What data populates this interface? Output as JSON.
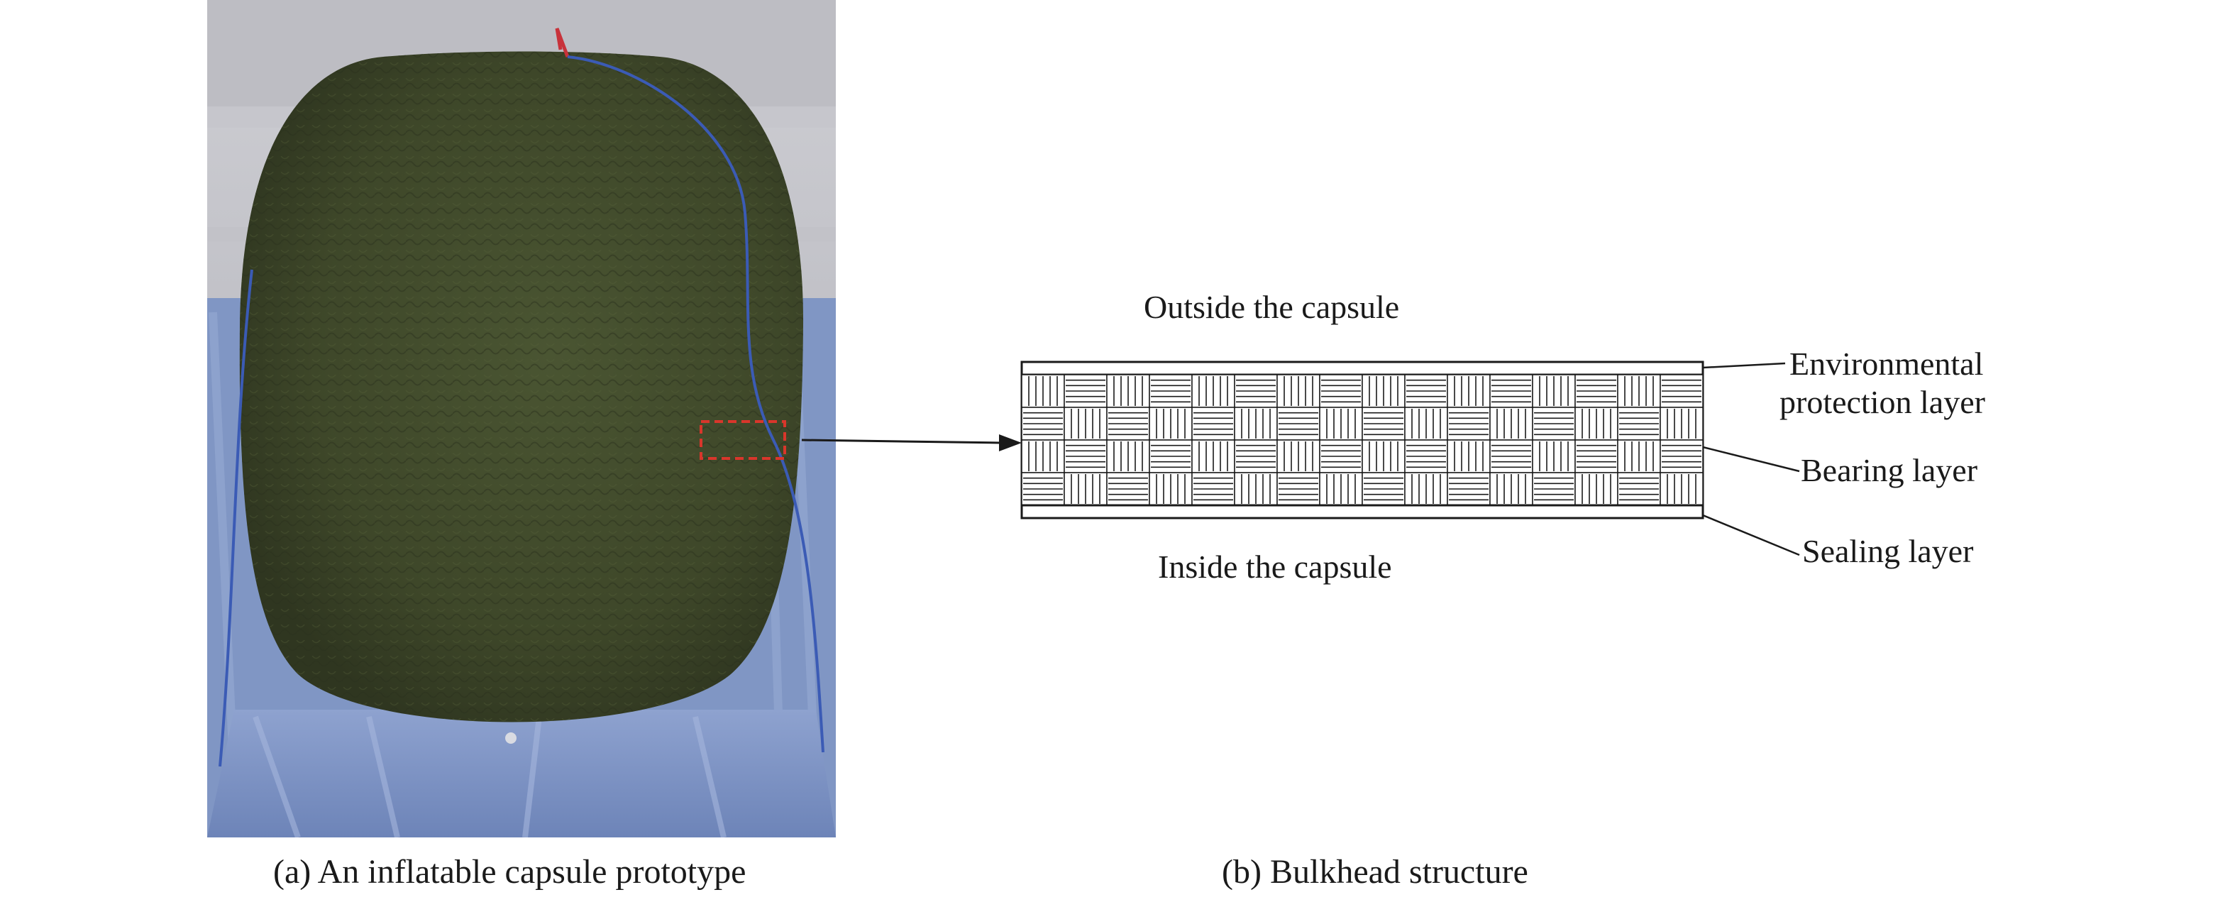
{
  "panel_a": {
    "caption": "(a) An inflatable capsule prototype"
  },
  "panel_b": {
    "caption": "(b) Bulkhead structure",
    "outside_label": "Outside the capsule",
    "inside_label": "Inside the capsule",
    "layers": {
      "environmental_line1": "Environmental",
      "environmental_line2": "protection layer",
      "bearing": "Bearing layer",
      "sealing": "Sealing layer"
    }
  },
  "colors": {
    "capsule_green": "#3f4a2a",
    "backdrop_blue": "#7f97c6",
    "wall_gray": "#b9b9bf",
    "highlight_red": "#d9362b"
  }
}
